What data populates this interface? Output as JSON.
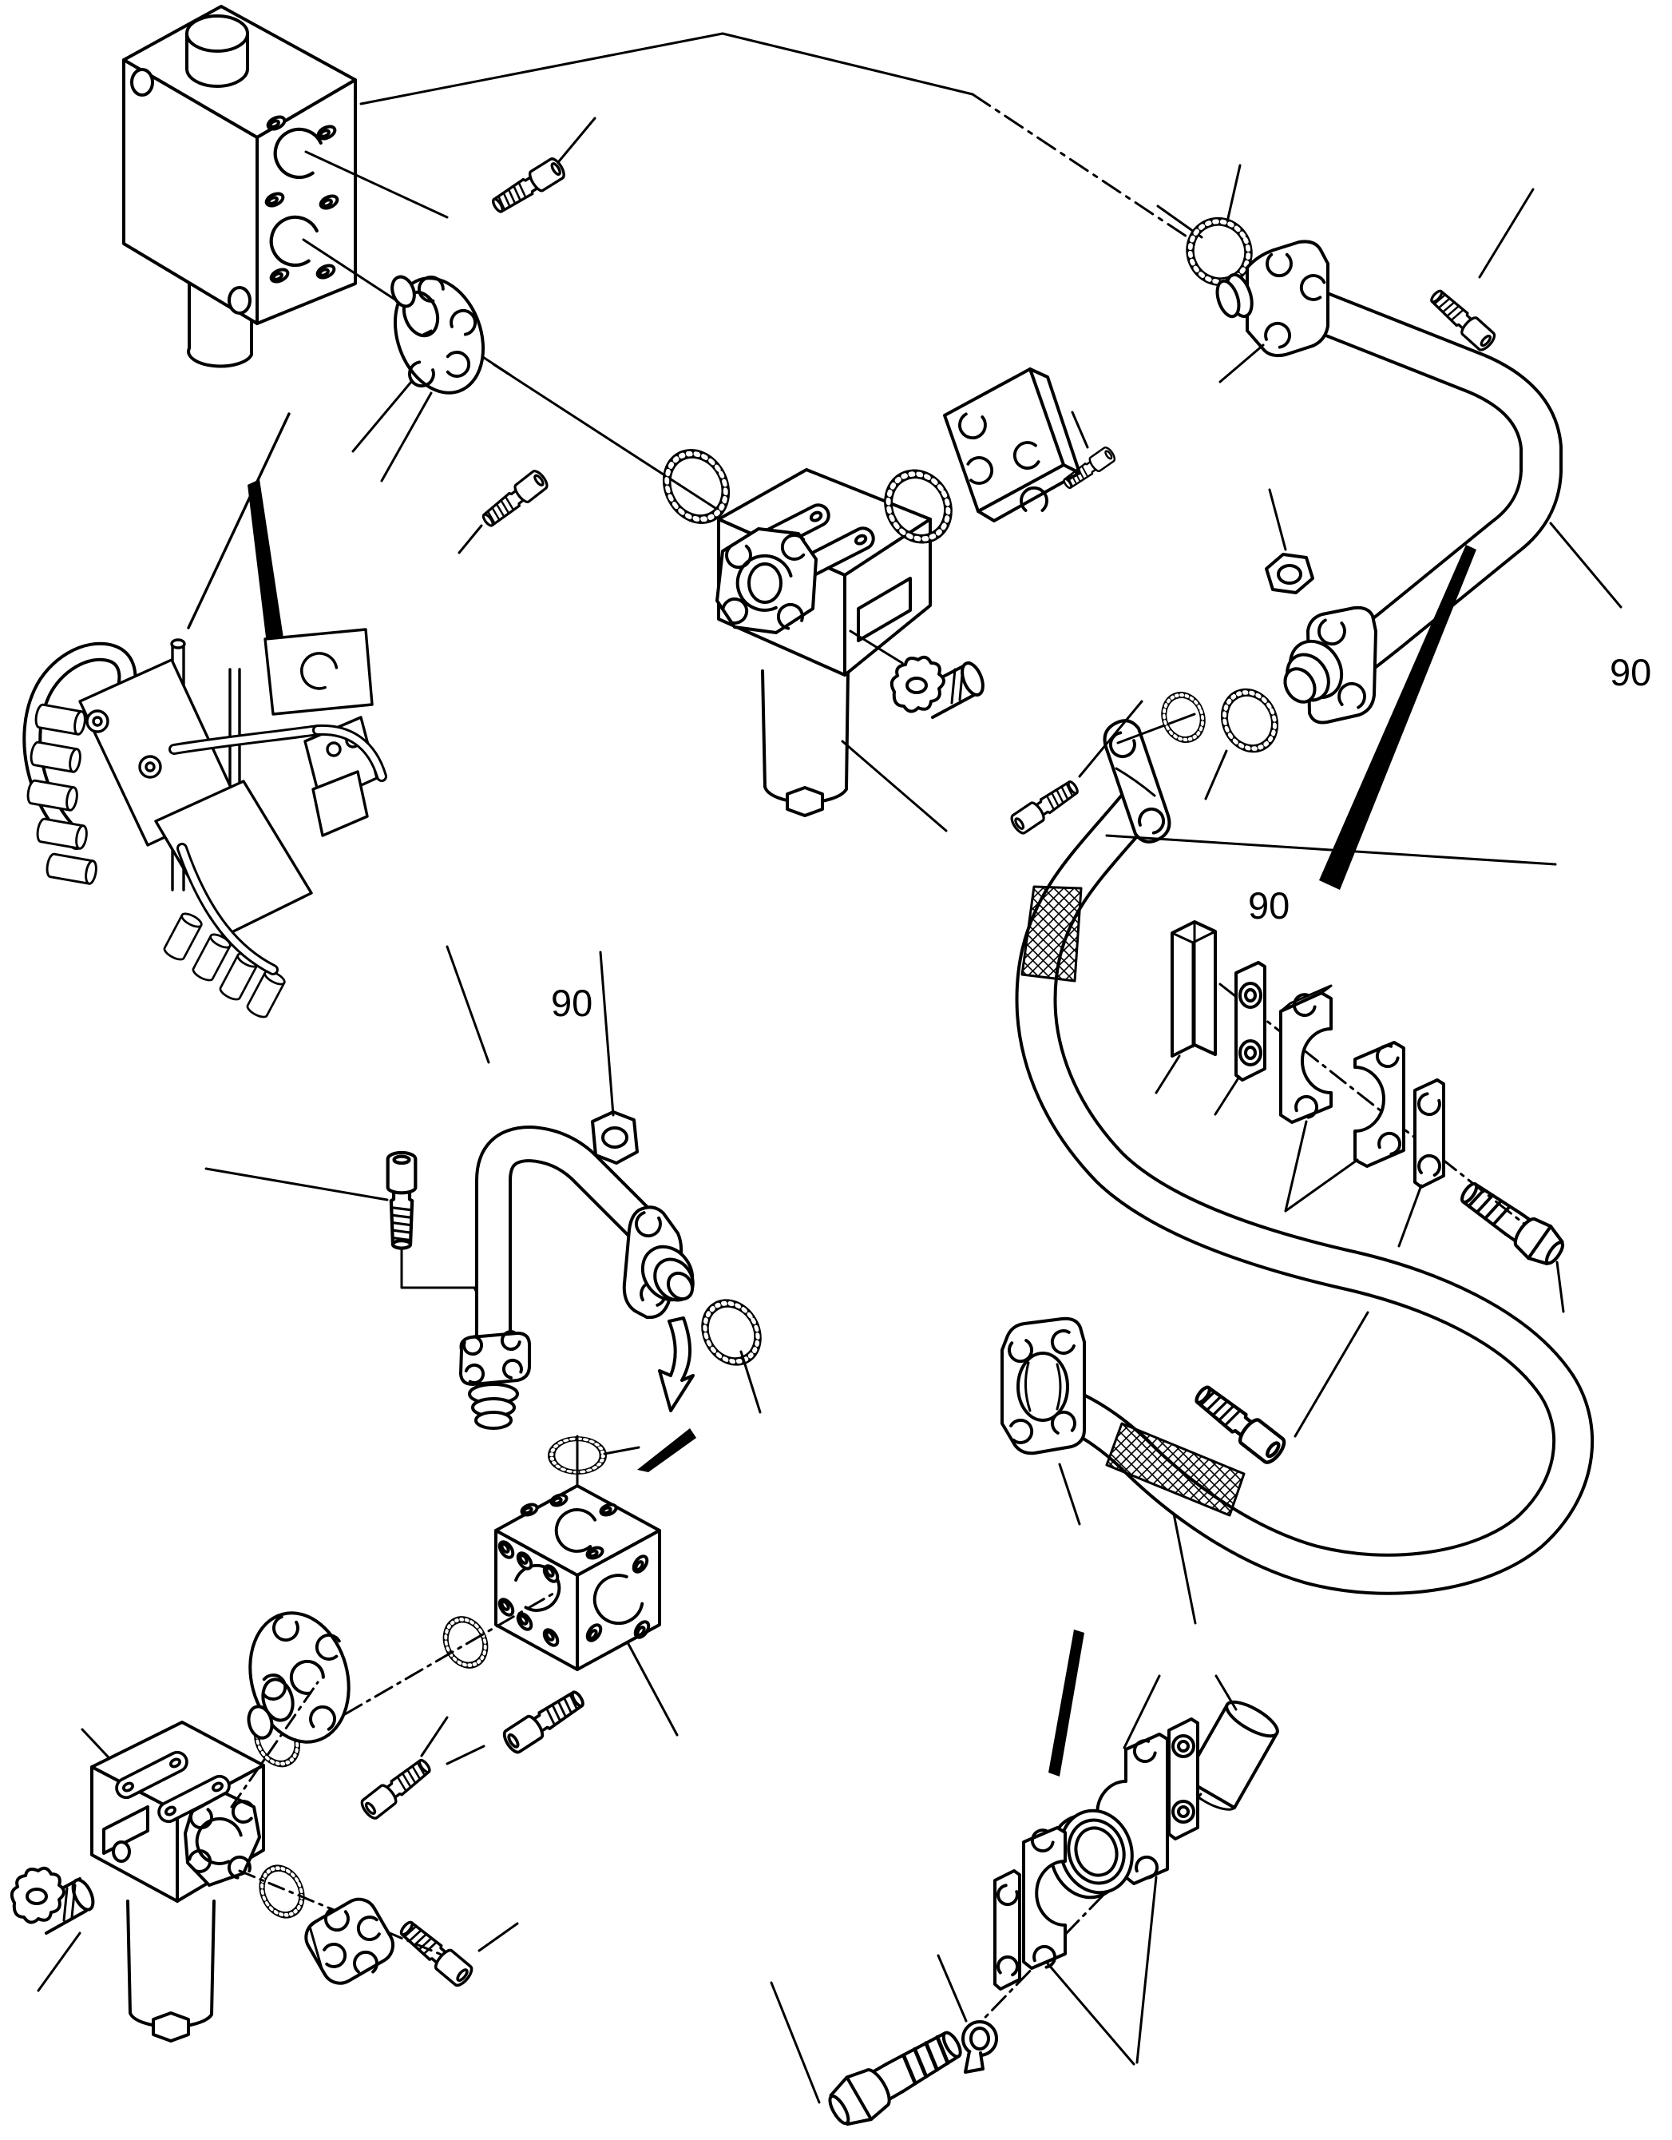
{
  "figure": {
    "type": "exploded-parts-diagram",
    "title": "",
    "background_color": "#ffffff",
    "line_color": "#000000",
    "labels": [
      {
        "text": "90",
        "region": "upper-right-near-elbow-pipe"
      },
      {
        "text": "90",
        "region": "middle-right-above-clamp-set"
      },
      {
        "text": "90",
        "region": "left-center-below-valve-reference"
      }
    ],
    "parts": [
      "hydraulic-valve-block",
      "top-plug-cap",
      "pilot-filter-cartridge",
      "o-ring-seal-x10",
      "flange-hub-x2",
      "socket-head-bolt-x9",
      "return-filter-assembly-x2",
      "filter-bowl-x2",
      "drain-nut-x2",
      "square-mounting-plate",
      "four-hole-flange-plate",
      "test-port-fitting-x2",
      "hex-nut-x2",
      "elbow-pipe",
      "pipe-end-flange-x4",
      "gooseneck-pipe",
      "flow-direction-arrow",
      "manifold-cube-block",
      "oval-cover-plate",
      "control-valve-reference-view",
      "braided-hose-assembly",
      "split-flange-clamp-x2",
      "braided-sleeve-x2",
      "clamp-spacer-bar",
      "clamp-backing-plate-x4",
      "pipe-clamp-half-x4",
      "grooved-clamp-collar",
      "pipe-stub",
      "tab-lock-washer",
      "hex-bolt-x2"
    ]
  }
}
